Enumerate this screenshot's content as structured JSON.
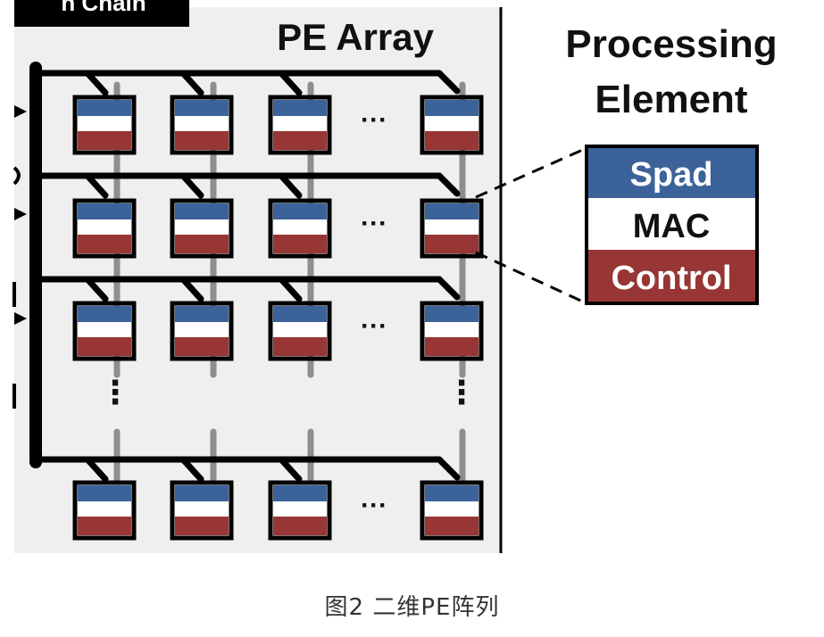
{
  "array_title": "PE Array",
  "top_left_partial_label": "n Chain",
  "pe_title_line1": "Processing",
  "pe_title_line2": "Element",
  "pe_sections": [
    "Spad",
    "MAC",
    "Control"
  ],
  "ellipsis_horizontal": "···",
  "ellipsis_vertical": "⋮",
  "caption": "图2  二维PE阵列",
  "colors": {
    "spad_blue": "#3c6399",
    "control_red": "#973634",
    "panel_bg": "#efefef",
    "wire_dark": "#000000",
    "wire_gray": "#8e8e8e"
  }
}
